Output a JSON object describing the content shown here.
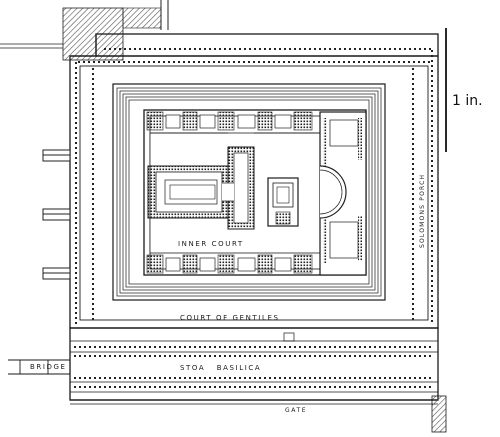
{
  "labels": {
    "inner_court": "INNER COURT",
    "court_of_gentiles": "COURT OF GENTILES",
    "solomons_porch": "SOLOMONS PORCH",
    "stoa_basilica": "STOA   BASILICA",
    "bridge": "BRIDGE",
    "gate": "GATE"
  },
  "scale": {
    "text": "1 in."
  },
  "colors": {
    "ink": "#1a1a1a",
    "paper": "#ffffff",
    "hatch": "#555555"
  }
}
